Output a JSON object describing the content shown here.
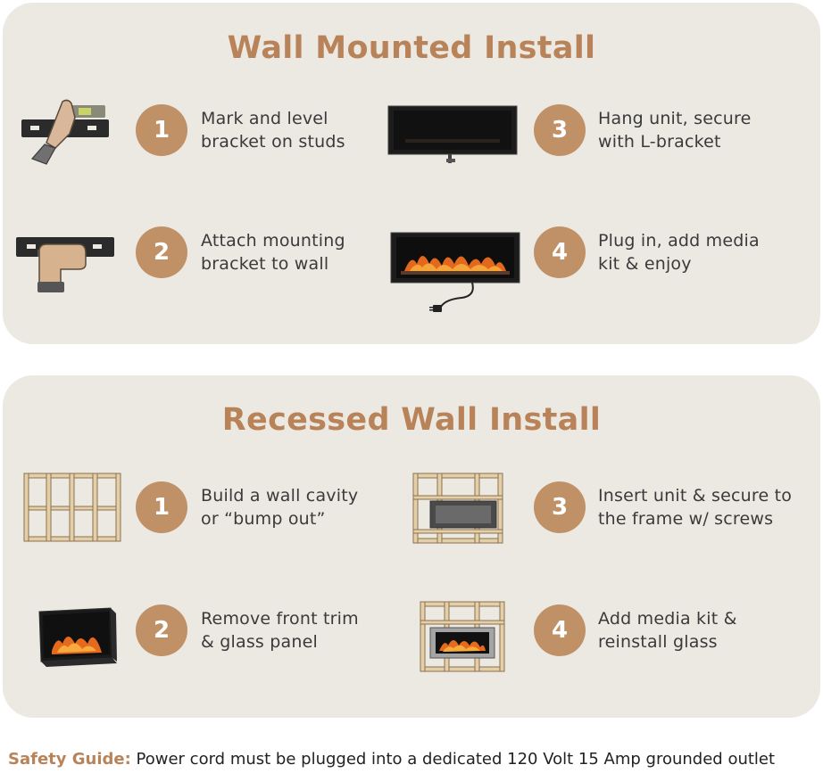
{
  "wall": {
    "title": "Wall Mounted Install",
    "steps": [
      {
        "number": "1",
        "text": "Mark and level\nbracket on studs",
        "icon": "level-bracket-icon"
      },
      {
        "number": "2",
        "text": "Attach mounting\nbracket to wall",
        "icon": "drill-bracket-icon"
      },
      {
        "number": "3",
        "text": "Hang unit, secure\nwith L-bracket",
        "icon": "fireplace-hanging-icon"
      },
      {
        "number": "4",
        "text": "Plug in, add media\nkit & enjoy",
        "icon": "fireplace-plugged-icon"
      }
    ]
  },
  "recessed": {
    "title": "Recessed Wall Install",
    "steps": [
      {
        "number": "1",
        "text": "Build a wall cavity\nor “bump out”",
        "icon": "wood-frame-icon"
      },
      {
        "number": "2",
        "text": "Remove front trim\n& glass panel",
        "icon": "fireplace-open-icon"
      },
      {
        "number": "3",
        "text": "Insert unit & secure to\nthe frame w/ screws",
        "icon": "frame-with-unit-icon"
      },
      {
        "number": "4",
        "text": "Add media kit &\nreinstall glass",
        "icon": "frame-with-fire-icon"
      }
    ]
  },
  "safety": {
    "label": "Safety Guide:",
    "text": " Power cord must be plugged into a dedicated 120 Volt 15 Amp grounded outlet"
  },
  "colors": {
    "accent": "#c09066",
    "title": "#b9835a",
    "panel": "#ece9e2"
  }
}
